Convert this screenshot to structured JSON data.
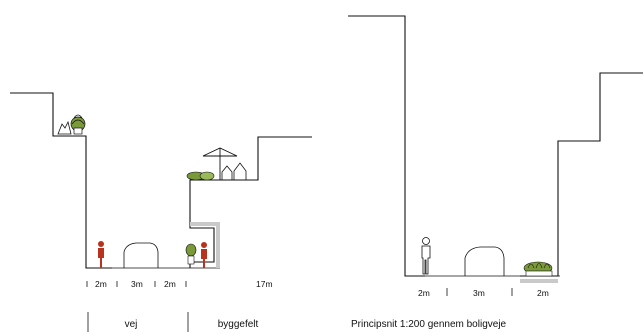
{
  "left_section": {
    "dimensions": [
      "2m",
      "3m",
      "2m",
      "17m"
    ],
    "zones": [
      "vej",
      "byggefelt"
    ]
  },
  "right_section": {
    "dimensions": [
      "2m",
      "3m",
      "2m"
    ],
    "caption": "Principsnit 1:200 gennem boligveje"
  },
  "colors": {
    "line": "#111111",
    "person_left": "#b8321e",
    "highlight_grey": "#c9c9c9",
    "plant_green": "#7a9a3a"
  }
}
